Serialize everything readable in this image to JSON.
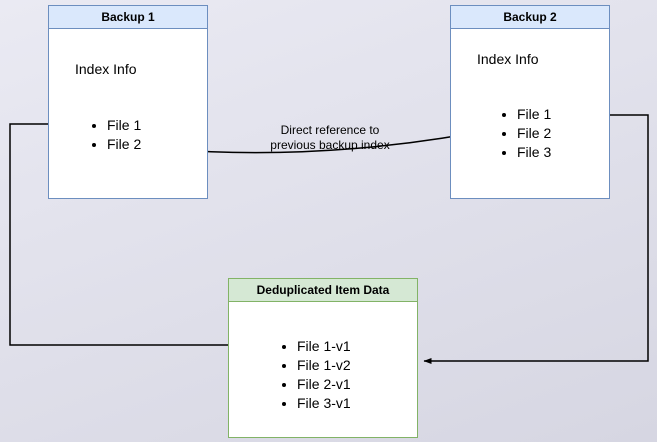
{
  "colors": {
    "page_bg_top": "#eaeaf3",
    "page_bg_bottom": "#d6d6e2",
    "blue_fill": "#dae8fc",
    "blue_border": "#6c8ebf",
    "green_fill": "#d5e8d4",
    "green_border": "#82b366",
    "node_bg": "#ffffff",
    "line_color": "#000000"
  },
  "nodes": {
    "backup1": {
      "title": "Backup 1",
      "subtitle": "Index Info",
      "files": [
        "File 1",
        "File 2"
      ]
    },
    "backup2": {
      "title": "Backup 2",
      "subtitle": "Index Info",
      "files": [
        "File 1",
        "File 2",
        "File 3"
      ]
    },
    "dedup": {
      "title": "Deduplicated Item Data",
      "items": [
        "File 1-v1",
        "File 1-v2",
        "File 2-v1",
        "File 3-v1"
      ]
    }
  },
  "annotation": {
    "line1": "Direct reference to",
    "line2": "previous backup index"
  }
}
